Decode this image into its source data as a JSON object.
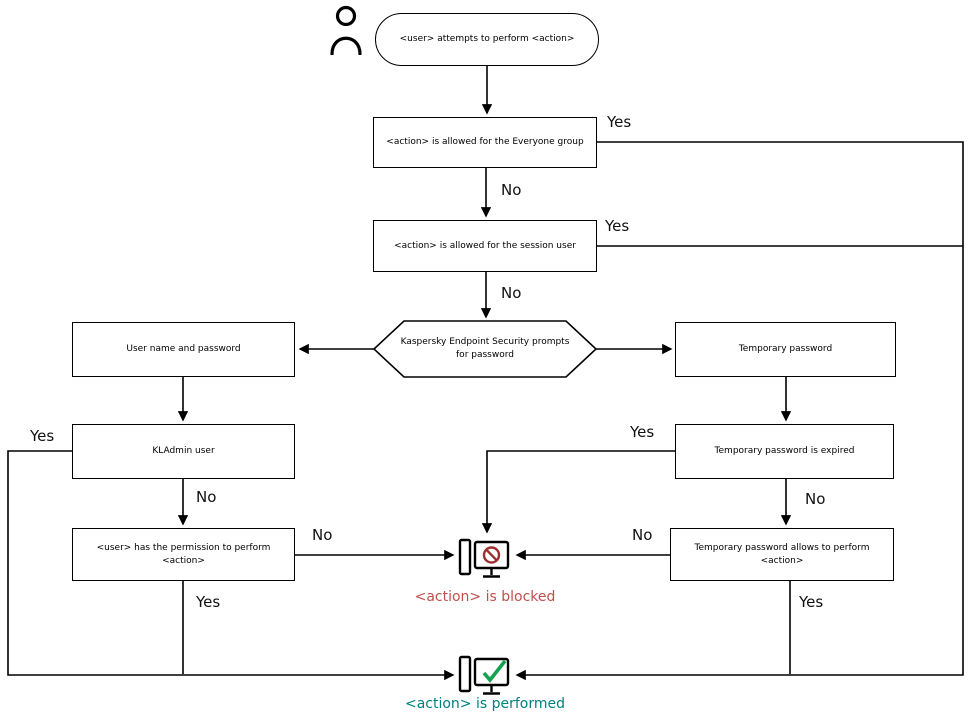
{
  "labels": {
    "yes": "Yes",
    "no": "No"
  },
  "nodes": {
    "start": "<user> attempts to perform <action>",
    "everyone": "<action> is allowed for the Everyone group",
    "session": "<action> is allowed for the session user",
    "prompt": "Kaspersky Endpoint Security prompts for password",
    "credentials": "User name and password",
    "temp_password": "Temporary password",
    "kladmin": "KLAdmin user",
    "temp_expired": "Temporary password is expired",
    "permission": "<user> has the permission to perform <action>",
    "temp_allows": "Temporary password allows to perform <action>",
    "blocked": "<action> is blocked",
    "performed": "<action> is performed"
  },
  "colors": {
    "blocked_label": "#c0504d",
    "performed_label": "#008080",
    "line": "#000000"
  }
}
